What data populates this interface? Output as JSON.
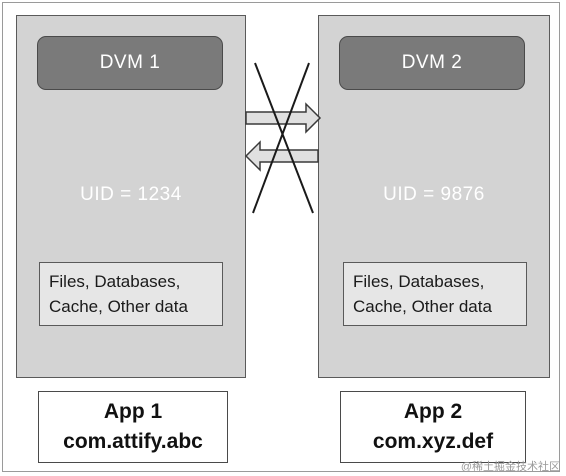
{
  "apps": [
    {
      "dvm": "DVM 1",
      "uid": "UID = 1234",
      "data_lines": [
        "Files, Databases,",
        "Cache, Other data"
      ],
      "app_name": "App 1",
      "package": "com.attify.abc"
    },
    {
      "dvm": "DVM 2",
      "uid": "UID = 9876",
      "data_lines": [
        "Files, Databases,",
        "Cache, Other data"
      ],
      "app_name": "App 2",
      "package": "com.xyz.def"
    }
  ],
  "watermark": "@稀土掘金技术社区",
  "colors": {
    "column_fill": "#d3d3d3",
    "dvm_fill": "#7a7a7a",
    "data_fill": "#e6e6e6",
    "arrow_fill": "#e0e0e0",
    "cross_stroke": "#1a1a1a"
  }
}
